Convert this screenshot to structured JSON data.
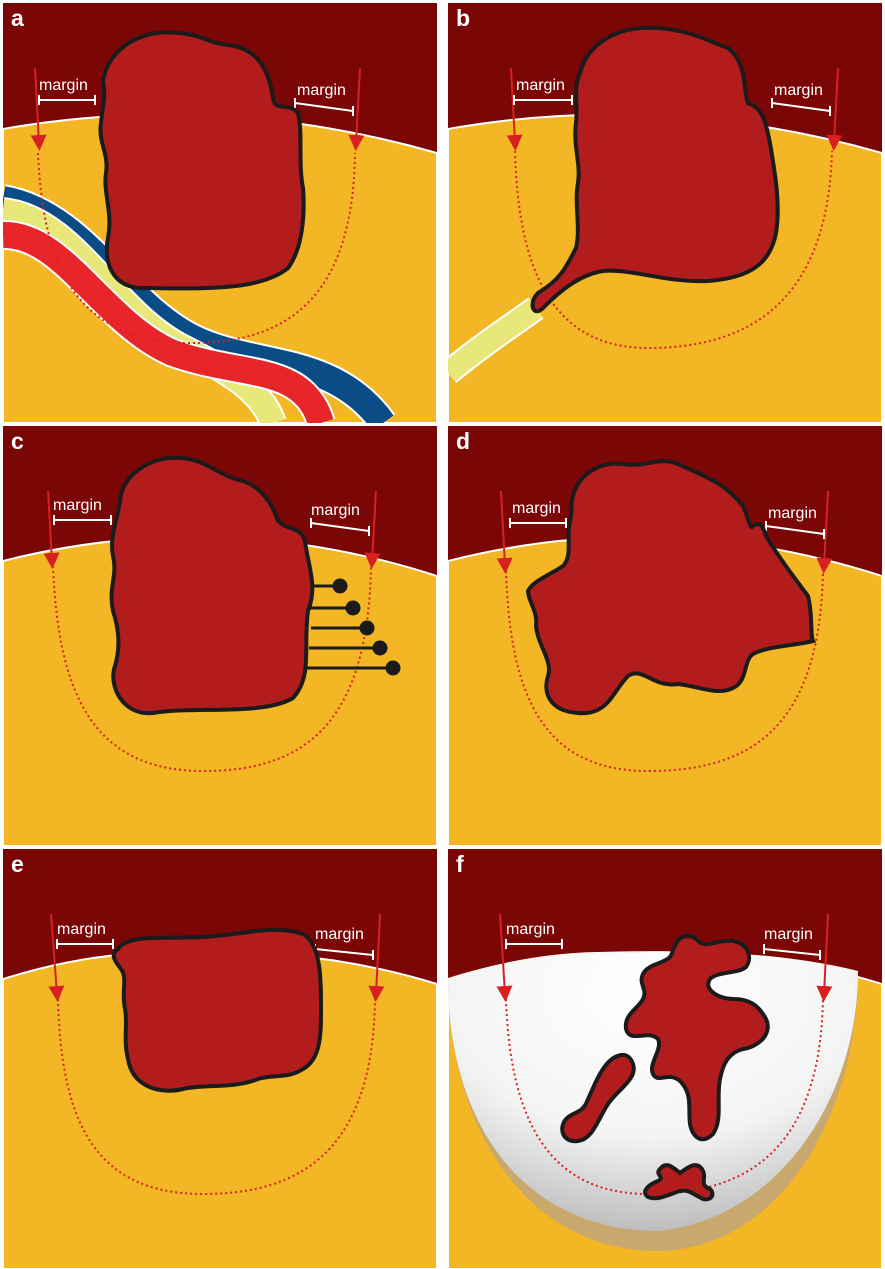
{
  "colors": {
    "background_tissue": "#7a0606",
    "organ": "#f3b624",
    "tumor": "#b31c1c",
    "tumor_outline": "#1b1b1b",
    "margin_arrow": "#d92020",
    "vessel_red": "#e8262a",
    "vessel_blue": "#0a4d86",
    "duct_yellow": "#e8e77a",
    "resection_cavity": "#e6e6e6"
  },
  "panels": [
    {
      "letter": "a",
      "margin_left": "margin",
      "margin_right": "margin"
    },
    {
      "letter": "b",
      "margin_left": "margin",
      "margin_right": "margin"
    },
    {
      "letter": "c",
      "margin_left": "margin",
      "margin_right": "margin"
    },
    {
      "letter": "d",
      "margin_left": "margin",
      "margin_right": "margin"
    },
    {
      "letter": "e",
      "margin_left": "margin",
      "margin_right": "margin"
    },
    {
      "letter": "f",
      "margin_left": "margin",
      "margin_right": "margin"
    }
  ]
}
